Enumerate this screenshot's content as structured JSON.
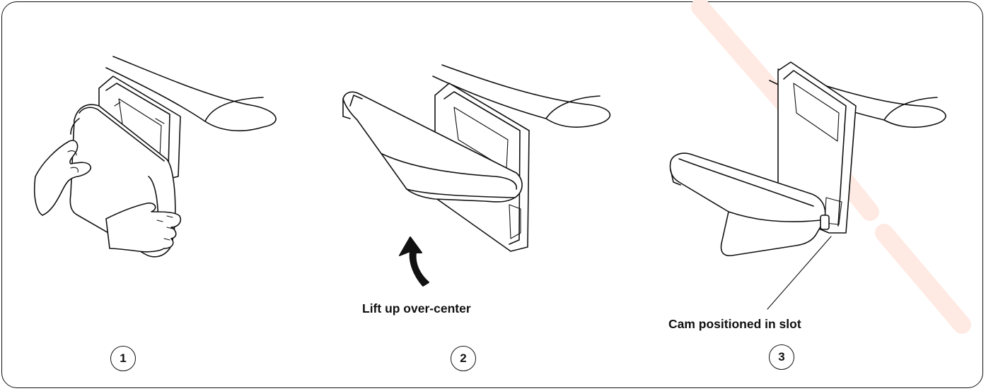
{
  "panels": [
    {
      "step": "1",
      "caption": ""
    },
    {
      "step": "2",
      "caption": "Lift up over-center"
    },
    {
      "step": "3",
      "caption": "Cam positioned in slot"
    }
  ],
  "colors": {
    "line": "#111111",
    "watermark": "#ffe8e0",
    "arrow": "#111111"
  }
}
